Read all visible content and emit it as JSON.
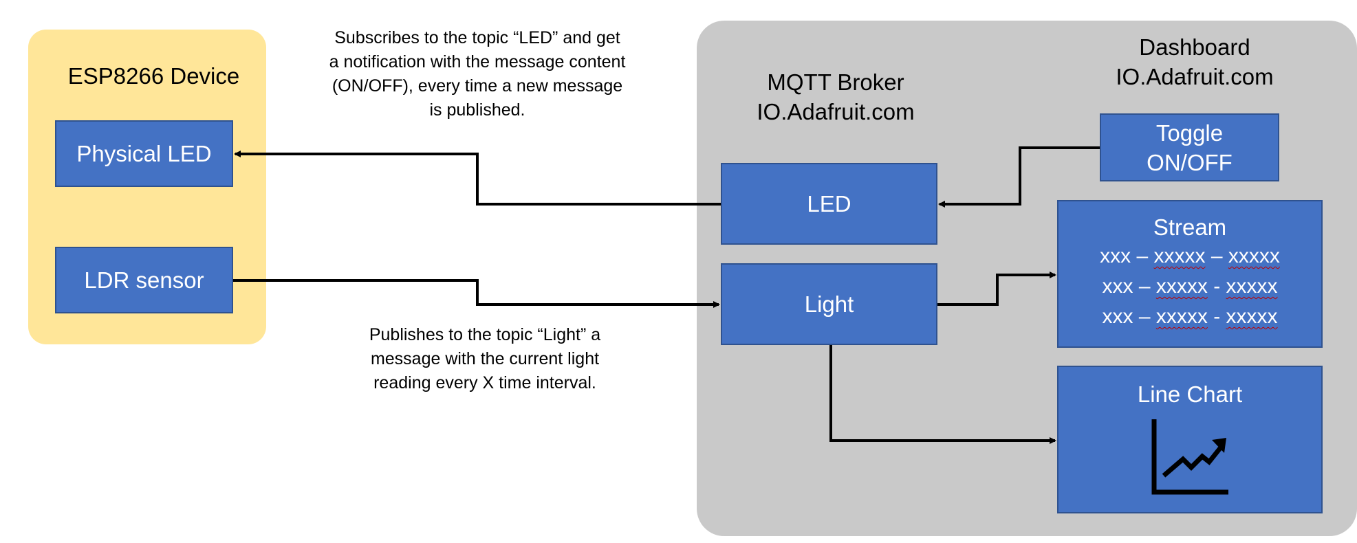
{
  "device": {
    "title": "ESP8266 Device",
    "led_label": "Physical LED",
    "ldr_label": "LDR sensor"
  },
  "broker": {
    "title_line1": "MQTT Broker",
    "title_line2": "IO.Adafruit.com",
    "led_feed": "LED",
    "light_feed": "Light"
  },
  "dashboard": {
    "title_line1": "Dashboard",
    "title_line2": "IO.Adafruit.com",
    "toggle_line1": "Toggle",
    "toggle_line2": "ON/OFF",
    "stream_title": "Stream",
    "stream_rows": [
      [
        "xxx",
        "–",
        "xxxxx",
        "–",
        "xxxxx"
      ],
      [
        "xxx",
        "–",
        "xxxxx",
        "-",
        "xxxxx"
      ],
      [
        "xxx",
        "–",
        "xxxxx",
        "-",
        "xxxxx"
      ]
    ],
    "chart_title": "Line Chart",
    "chart_icon": "line-chart-icon"
  },
  "notes": {
    "subscribe": "Subscribes to the topic “LED” and get a notification with the message content (ON/OFF), every time a new message is published.",
    "publish": "Publishes to the topic “Light” a message with the current light reading every X time interval."
  },
  "colors": {
    "device_bg": "#FFE699",
    "cloud_bg": "#C9C9C9",
    "box_fill": "#4472C4",
    "box_border": "#2F528F",
    "arrow": "#000000"
  }
}
